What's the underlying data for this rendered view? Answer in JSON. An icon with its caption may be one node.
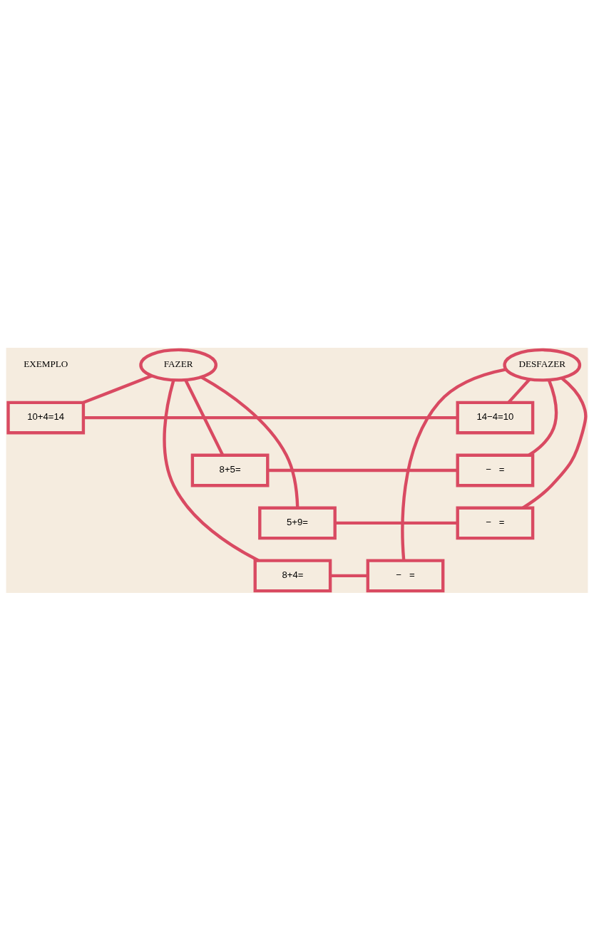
{
  "diagram": {
    "nodes": [
      {
        "text": [
          "FAZER"
        ]
      },
      {
        "text": [
          "DESFAZER"
        ]
      },
      {
        "text": [
          "10+4=14"
        ]
      },
      {
        "text": [
          "14−4=10"
        ]
      },
      {
        "text": [
          "8+5="
        ]
      },
      {
        "text": [
          "−   ="
        ]
      },
      {
        "text": [
          "5+9="
        ]
      },
      {
        "text": [
          "−   ="
        ]
      },
      {
        "text": [
          "8+4="
        ]
      },
      {
        "text": [
          "−   ="
        ]
      }
    ],
    "edges": [
      {
        "from": 0,
        "to": 2,
        "arrow": "none"
      },
      {
        "from": 0,
        "to": 4,
        "arrow": "none"
      },
      {
        "from": 0,
        "to": 6,
        "arrow": "none"
      },
      {
        "from": 0,
        "to": 8,
        "arrow": "none"
      },
      {
        "from": 1,
        "to": 3,
        "arrow": "none"
      },
      {
        "from": 1,
        "to": 5,
        "arrow": "none"
      },
      {
        "from": 1,
        "to": 7,
        "arrow": "none"
      },
      {
        "from": 1,
        "to": 9,
        "arrow": "none"
      },
      {
        "from": 2,
        "to": 3,
        "arrow": "none"
      },
      {
        "from": 4,
        "to": 5,
        "arrow": "none"
      },
      {
        "from": 6,
        "to": 7,
        "arrow": "none"
      },
      {
        "from": 8,
        "to": 9,
        "arrow": "none"
      }
    ],
    "labels": [
      "EXEMPLO"
    ]
  }
}
